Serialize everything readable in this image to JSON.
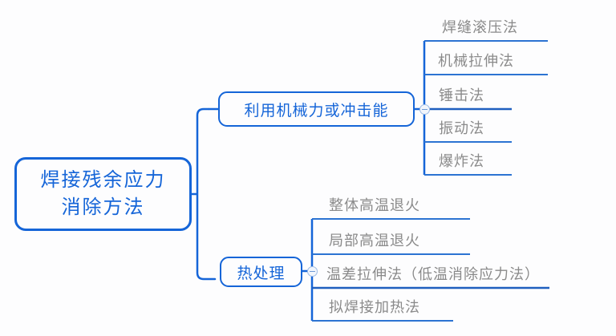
{
  "diagram": {
    "type": "mind-map",
    "root": {
      "label": "焊接残余应力消除方法",
      "line1": "焊接残余应力",
      "line2": "消除方法"
    },
    "branches": [
      {
        "id": "mechanical",
        "label": "利用机械力或冲击能",
        "toggle": "collapse-toggle",
        "leaves": [
          {
            "label": "焊缝滚压法"
          },
          {
            "label": "机械拉伸法"
          },
          {
            "label": "锤击法"
          },
          {
            "label": "振动法"
          },
          {
            "label": "爆炸法"
          }
        ]
      },
      {
        "id": "thermal",
        "label": "热处理",
        "toggle": "collapse-toggle",
        "leaves": [
          {
            "label": "整体高温退火"
          },
          {
            "label": "局部高温退火"
          },
          {
            "label": "温差拉伸法（低温消除应力法）"
          },
          {
            "label": "拟焊接加热法"
          }
        ]
      }
    ],
    "colors": {
      "accent": "#1565d8",
      "leaf_text": "#8a8a8a",
      "background": "#fdfdfe"
    }
  }
}
